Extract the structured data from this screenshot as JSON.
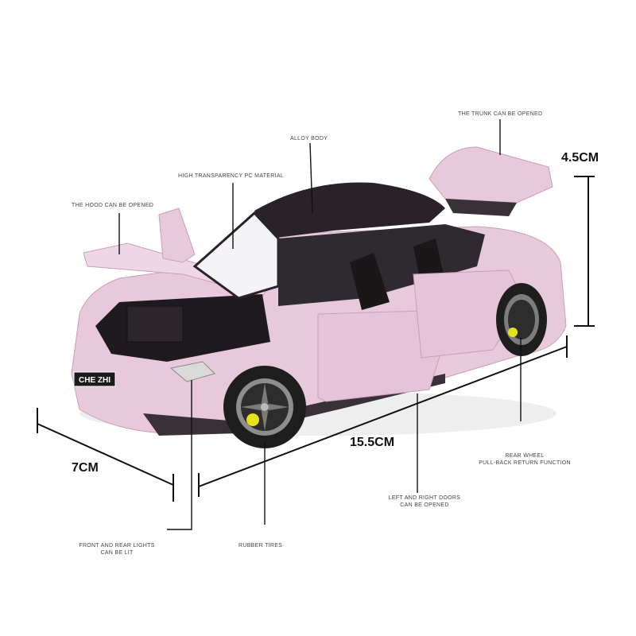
{
  "callouts": {
    "trunk": "THE TRUNK CAN BE OPENED",
    "alloy": "ALLOY BODY",
    "pc": "HIGH TRANSPARENCY PC MATERIAL",
    "hood": "THE HOOD CAN BE OPENED",
    "rear_wheel_1": "REAR WHEEL",
    "rear_wheel_2": "PULL-BACK RETURN FUNCTION",
    "doors_1": "LEFT AND RIGHT DOORS",
    "doors_2": "CAN BE OPENED",
    "lights_1": "FRONT AND REAR LIGHTS",
    "lights_2": "CAN BE LIT",
    "tires": "RUBBER TIRES"
  },
  "dimensions": {
    "height": "4.5CM",
    "length": "15.5CM",
    "width": "7CM"
  },
  "plate": "CHE ZHI",
  "colors": {
    "body": "#e8c9dc",
    "body_shade": "#cfa6c0",
    "roof": "#2a2228",
    "tire": "#1e1e1e",
    "caliper": "#e6e21a",
    "line": "#111111"
  }
}
